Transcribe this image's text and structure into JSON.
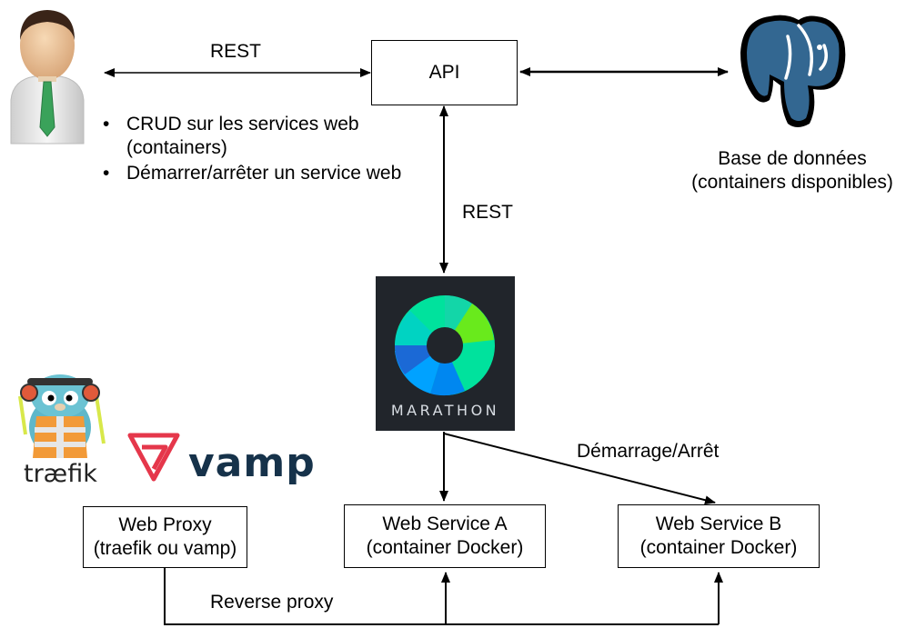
{
  "nodes": {
    "api": "API",
    "web_proxy": [
      "Web Proxy",
      "(traefik ou vamp)"
    ],
    "web_service_a": [
      "Web Service A",
      "(container Docker)"
    ],
    "web_service_b": [
      "Web Service B",
      "(container Docker)"
    ],
    "database": [
      "Base de données",
      "(containers disponibles)"
    ]
  },
  "edges": {
    "user_api": "REST",
    "api_marathon": "REST",
    "marathon_service_b": "Démarrage/Arrêt",
    "proxy_services": "Reverse proxy"
  },
  "user_actions": [
    "CRUD sur les services web (containers)",
    "Démarrer/arrêter un service web"
  ],
  "logos": {
    "marathon": "MARATHON",
    "vamp": "vamp",
    "traefik": "træfik"
  },
  "colors": {
    "marathon_bg": "#21252b",
    "postgres_blue": "#336791",
    "vamp_red": "#e5374b",
    "vamp_text": "#16324a"
  }
}
